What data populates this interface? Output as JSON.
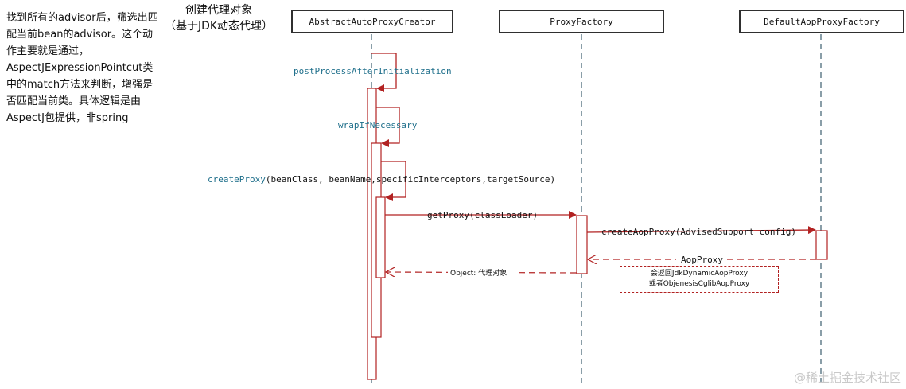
{
  "title": "创建代理对象\n（基于JDK动态代理）",
  "side_note": "找到所有的advisor后，筛选出匹配当前bean的advisor。这个动作主要就是通过，AspectJExpressionPointcut类中的match方法来判断，增强是否匹配当前类。具体逻辑是由AspectJ包提供，非spring",
  "participants": [
    "AbstractAutoProxyCreator",
    "ProxyFactory",
    "DefaultAopProxyFactory"
  ],
  "messages": {
    "post_process": "postProcessAfterInitialization",
    "wrap": "wrapIfNecessary",
    "create_proxy_name": "createProxy",
    "create_proxy_args": "(beanClass, beanName,specificInterceptors,targetSource)",
    "get_proxy": "getProxy(classLoader)",
    "create_aop_proxy": "createAopProxy(AdvisedSupport config)",
    "aop_proxy_return": "AopProxy",
    "object_return": "Object: 代理对象"
  },
  "note": "会返回JdkDynamicAopProxy\n或者ObjenesisCglibAopProxy",
  "watermark": "@稀土掘金技术社区",
  "colors": {
    "arrow": "#b22222",
    "method_name": "#1f6f8b",
    "lifeline": "#4a6a7a",
    "border": "#2f2f2f"
  }
}
